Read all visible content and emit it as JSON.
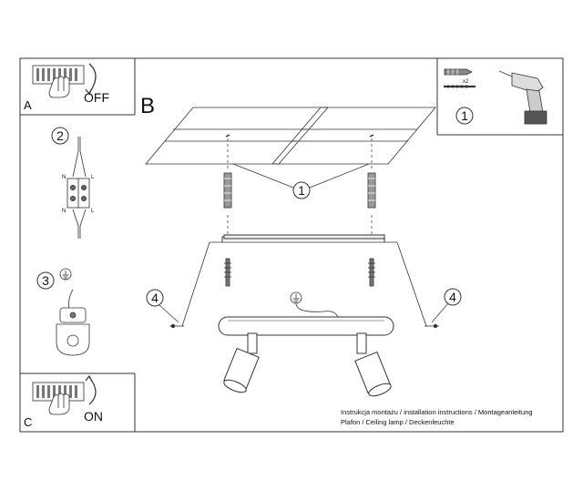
{
  "panels": {
    "a": {
      "letter": "A",
      "state": "OFF"
    },
    "c": {
      "letter": "C",
      "state": "ON"
    },
    "b": {
      "letter": "B"
    }
  },
  "steps": {
    "wiring": "2",
    "ground": "3",
    "anchors": "1",
    "screws_left": "4",
    "screws_right": "4",
    "tools": "1"
  },
  "wiring_terminals": {
    "n_top": "N",
    "l_top": "L",
    "n_bottom": "N",
    "l_bottom": "L"
  },
  "tools": {
    "quantity": "x2"
  },
  "caption": {
    "line1": "Instrukcja montażu / installation instructions / Montageanleitung",
    "line2": "Plafon / Ceiling lamp / Deckenleuchte"
  }
}
